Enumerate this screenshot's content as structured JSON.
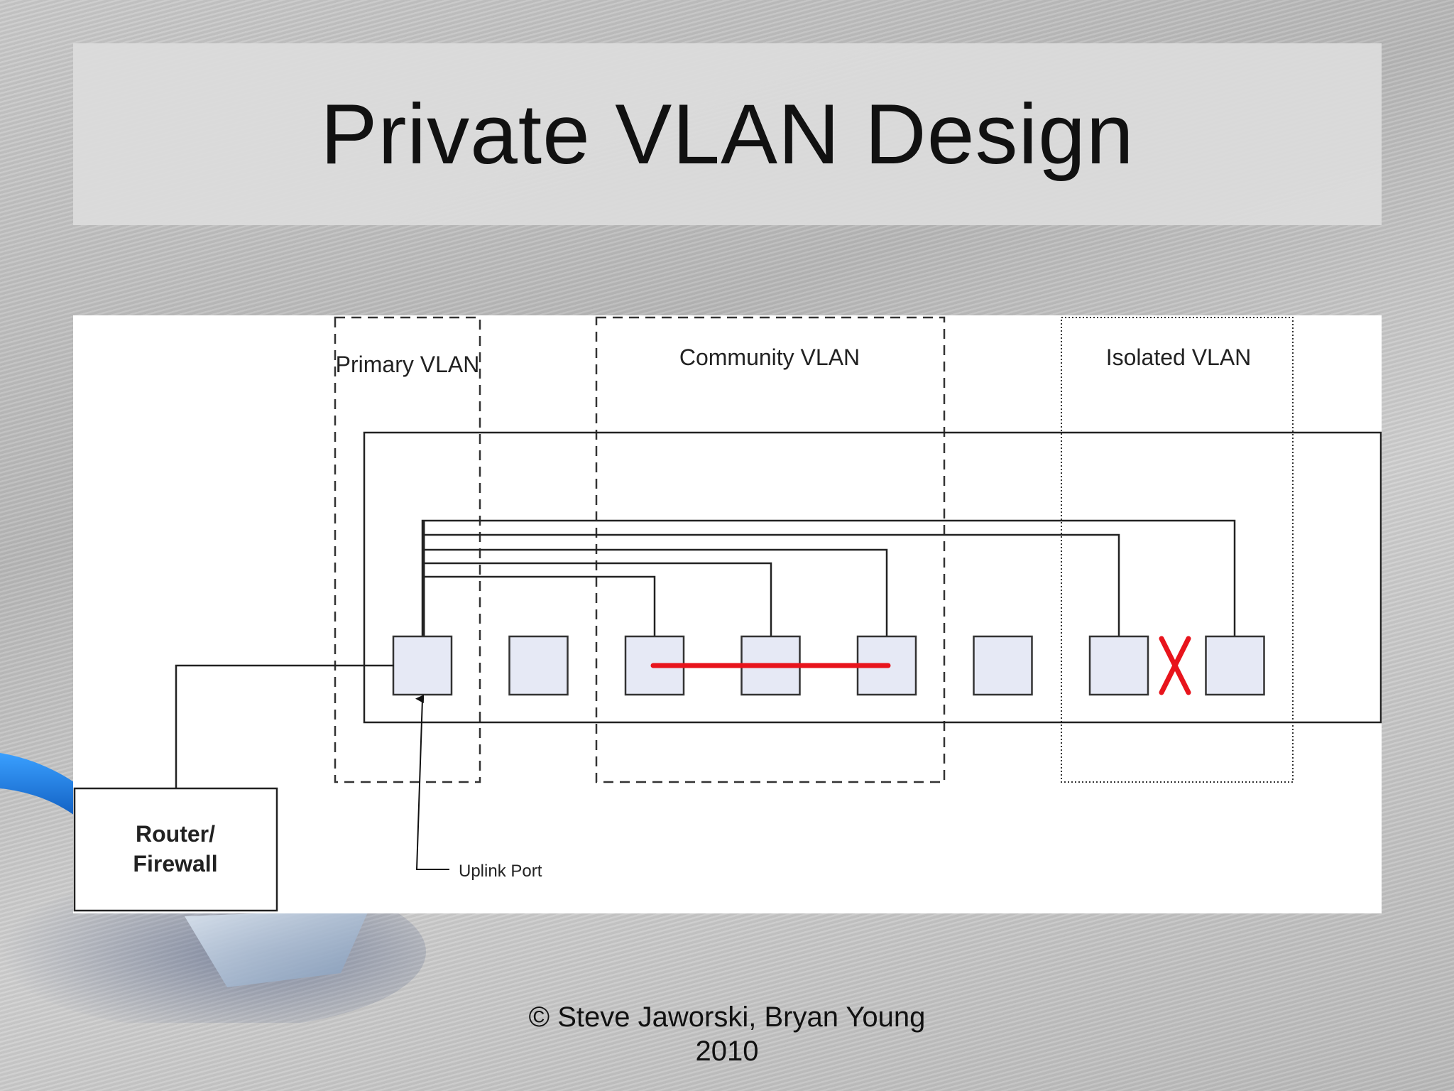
{
  "slide": {
    "title": "Private VLAN Design",
    "footer_line1": "© Steve Jaworski, Bryan Young",
    "footer_line2": "2010"
  },
  "diagram": {
    "zones": {
      "primary": "Primary VLAN",
      "community": "Community VLAN",
      "isolated": "Isolated VLAN"
    },
    "router_line1": "Router/",
    "router_line2": "Firewall",
    "uplink_label": "Uplink Port",
    "port_count": 8,
    "community_link_color": "#e8141c",
    "isolation_marker_color": "#e8141c",
    "port_fill_color": "#e6e9f5"
  }
}
